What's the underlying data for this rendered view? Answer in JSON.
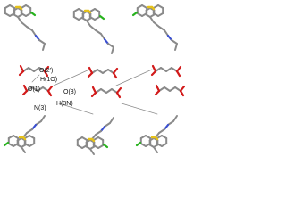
{
  "atom_labels": {
    "o2p": "O(2')",
    "h1o": "H(1O)",
    "o1": "O(1)",
    "o3": "O(3)",
    "h3n": "H(3N)",
    "n3": "N(3)"
  },
  "colors": {
    "carbon_bond": "#8a8a8a",
    "oxygen": "#d21a1a",
    "nitrogen": "#3a4fd0",
    "sulfur": "#e6c21a",
    "chlorine": "#27b21d",
    "hydrogen_bond": "#8a8a8a"
  }
}
